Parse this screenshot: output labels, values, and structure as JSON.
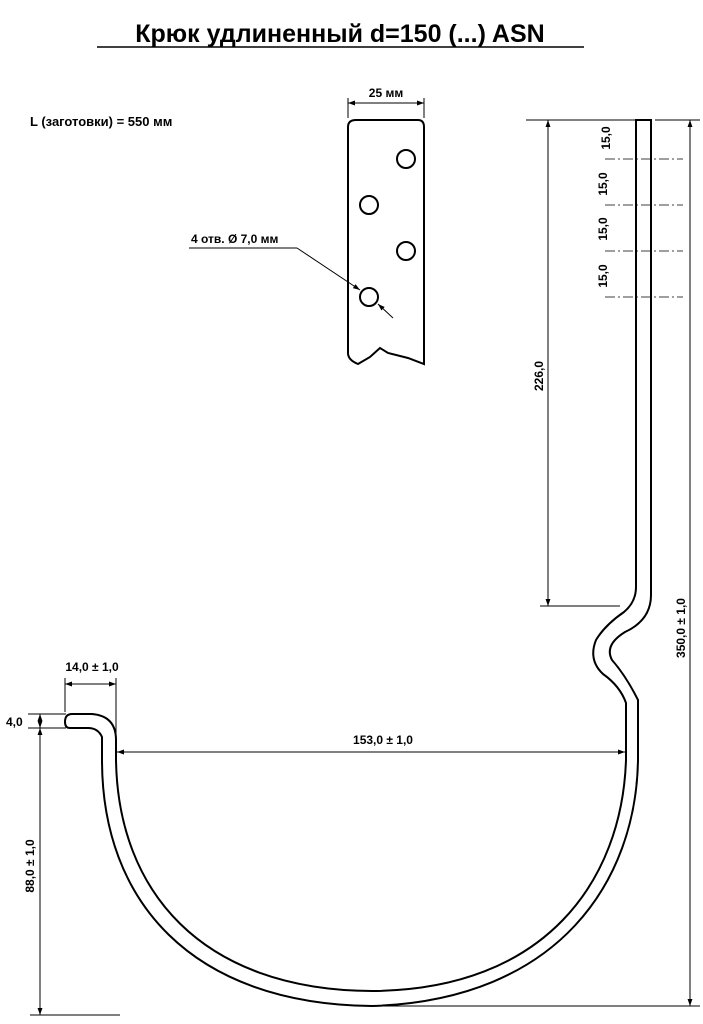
{
  "title": "Крюк удлиненный d=150 (...) ASN",
  "blank_length": "L (заготовки) = 550 мм",
  "strip_width": "25 мм",
  "holes_note": "4 отв. Ø  7,0 мм",
  "dimensions": {
    "hole_spacing": [
      "15,0",
      "15,0",
      "15,0",
      "15,0"
    ],
    "shank_length": "226,0",
    "total_height": "350,0 ± 1,0",
    "lip_length": "14,0 ± 1,0",
    "lip_thickness": "4,0",
    "inner_width": "153,0 ± 1,0",
    "bowl_depth": "88,0 ± 1,0"
  }
}
